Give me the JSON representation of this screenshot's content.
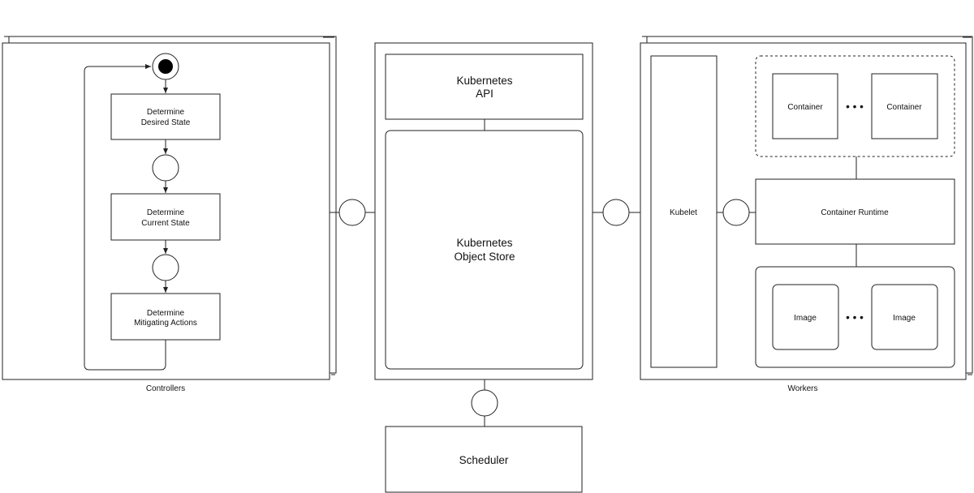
{
  "controllers": {
    "label": "Controllers",
    "steps": [
      {
        "line1": "Determine",
        "line2": "Desired State"
      },
      {
        "line1": "Determine",
        "line2": "Current State"
      },
      {
        "line1": "Determine",
        "line2": "Mitigating Actions"
      }
    ]
  },
  "api": {
    "line1": "Kubernetes",
    "line2": "API"
  },
  "store": {
    "line1": "Kubernetes",
    "line2": "Object Store"
  },
  "scheduler": {
    "label": "Scheduler",
    "fill": "#f2f2ff"
  },
  "workers": {
    "label": "Workers",
    "kubelet": "Kubelet",
    "runtime": "Container Runtime",
    "containers": [
      "Container",
      "Container"
    ],
    "images": [
      "Image",
      "Image"
    ],
    "ellipsis": "• • •"
  }
}
